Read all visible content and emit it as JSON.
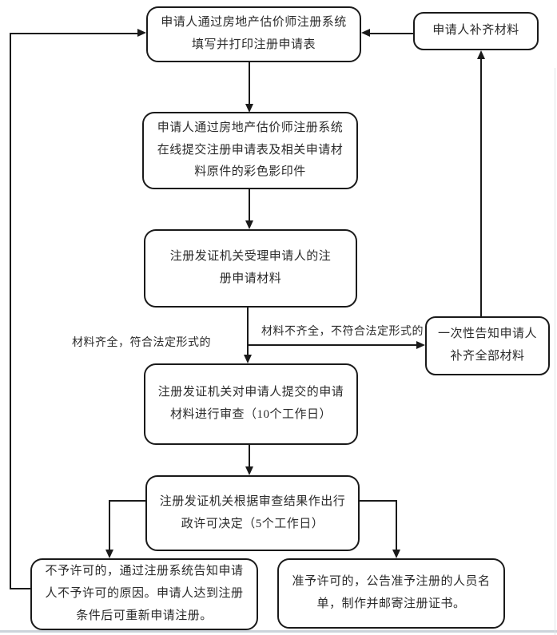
{
  "theme": {
    "line_color": "#1a1a1a",
    "text_color": "#2b2b2b",
    "background": "#ffffff",
    "page_edge_color": "#ccd3da"
  },
  "nodes": {
    "start": "申请人通过房地产估价师注册系统填写并打印注册申请表",
    "resubmit": "申请人补齐材料",
    "submit_online": "申请人通过房地产估价师注册系统在线提交注册申请表及相关申请材料原件的彩色影印件",
    "accept": "注册发证机关受理申请人的注册申请材料",
    "notify_once": "一次性告知申请人补齐全部材料",
    "review": "注册发证机关对申请人提交的申请材料进行审查（10个工作日）",
    "decision": "注册发证机关根据审查结果作出行政许可决定（5个工作日）",
    "rejected": "不予许可的，通过注册系统告知申请人不予许可的原因。申请人达到注册条件后可重新申请注册。",
    "approved": "准予许可的，公告准予注册的人员名单，制作并邮寄注册证书。"
  },
  "edge_labels": {
    "complete": "材料齐全，符合法定形式的",
    "incomplete": "材料不齐全，不符合法定形式的"
  }
}
